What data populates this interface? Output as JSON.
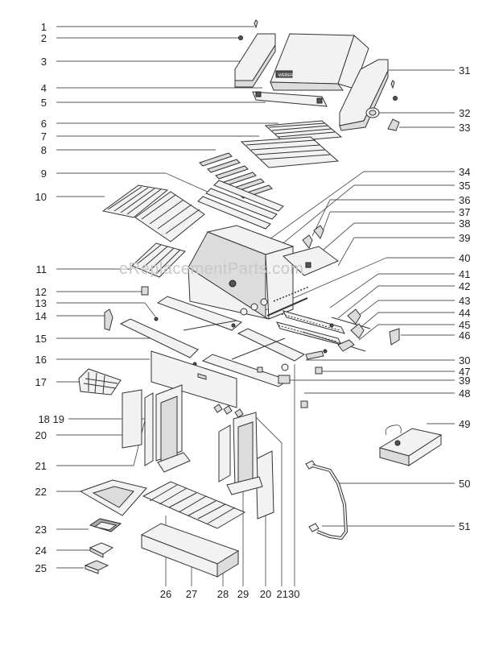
{
  "watermark": "eReplacementParts.com",
  "logo_text": "WEBER",
  "callouts": [
    {
      "id": "c1",
      "label": "1"
    },
    {
      "id": "c2",
      "label": "2"
    },
    {
      "id": "c3",
      "label": "3"
    },
    {
      "id": "c4",
      "label": "4"
    },
    {
      "id": "c5",
      "label": "5"
    },
    {
      "id": "c6",
      "label": "6"
    },
    {
      "id": "c7",
      "label": "7"
    },
    {
      "id": "c8",
      "label": "8"
    },
    {
      "id": "c9",
      "label": "9"
    },
    {
      "id": "c10",
      "label": "10"
    },
    {
      "id": "c11",
      "label": "11"
    },
    {
      "id": "c12",
      "label": "12"
    },
    {
      "id": "c13",
      "label": "13"
    },
    {
      "id": "c14",
      "label": "14"
    },
    {
      "id": "c15",
      "label": "15"
    },
    {
      "id": "c16",
      "label": "16"
    },
    {
      "id": "c17",
      "label": "17"
    },
    {
      "id": "c18",
      "label": "18 19"
    },
    {
      "id": "c20a",
      "label": "20"
    },
    {
      "id": "c21a",
      "label": "21"
    },
    {
      "id": "c22",
      "label": "22"
    },
    {
      "id": "c23",
      "label": "23"
    },
    {
      "id": "c24",
      "label": "24"
    },
    {
      "id": "c25",
      "label": "25"
    },
    {
      "id": "c26",
      "label": "26"
    },
    {
      "id": "c27",
      "label": "27"
    },
    {
      "id": "c28",
      "label": "28"
    },
    {
      "id": "c29",
      "label": "29"
    },
    {
      "id": "c20b",
      "label": "20"
    },
    {
      "id": "c2130",
      "label": "2130"
    },
    {
      "id": "c31",
      "label": "31"
    },
    {
      "id": "c32",
      "label": "32"
    },
    {
      "id": "c33",
      "label": "33"
    },
    {
      "id": "c34",
      "label": "34"
    },
    {
      "id": "c35",
      "label": "35"
    },
    {
      "id": "c36",
      "label": "36"
    },
    {
      "id": "c37",
      "label": "37"
    },
    {
      "id": "c38",
      "label": "38"
    },
    {
      "id": "c39a",
      "label": "39"
    },
    {
      "id": "c40",
      "label": "40"
    },
    {
      "id": "c41",
      "label": "41"
    },
    {
      "id": "c42",
      "label": "42"
    },
    {
      "id": "c43",
      "label": "43"
    },
    {
      "id": "c44",
      "label": "44"
    },
    {
      "id": "c45",
      "label": "45"
    },
    {
      "id": "c46",
      "label": "46"
    },
    {
      "id": "c30",
      "label": "30"
    },
    {
      "id": "c47",
      "label": "47"
    },
    {
      "id": "c39b",
      "label": "39"
    },
    {
      "id": "c48",
      "label": "48"
    },
    {
      "id": "c49",
      "label": "49"
    },
    {
      "id": "c50",
      "label": "50"
    },
    {
      "id": "c51",
      "label": "51"
    }
  ]
}
